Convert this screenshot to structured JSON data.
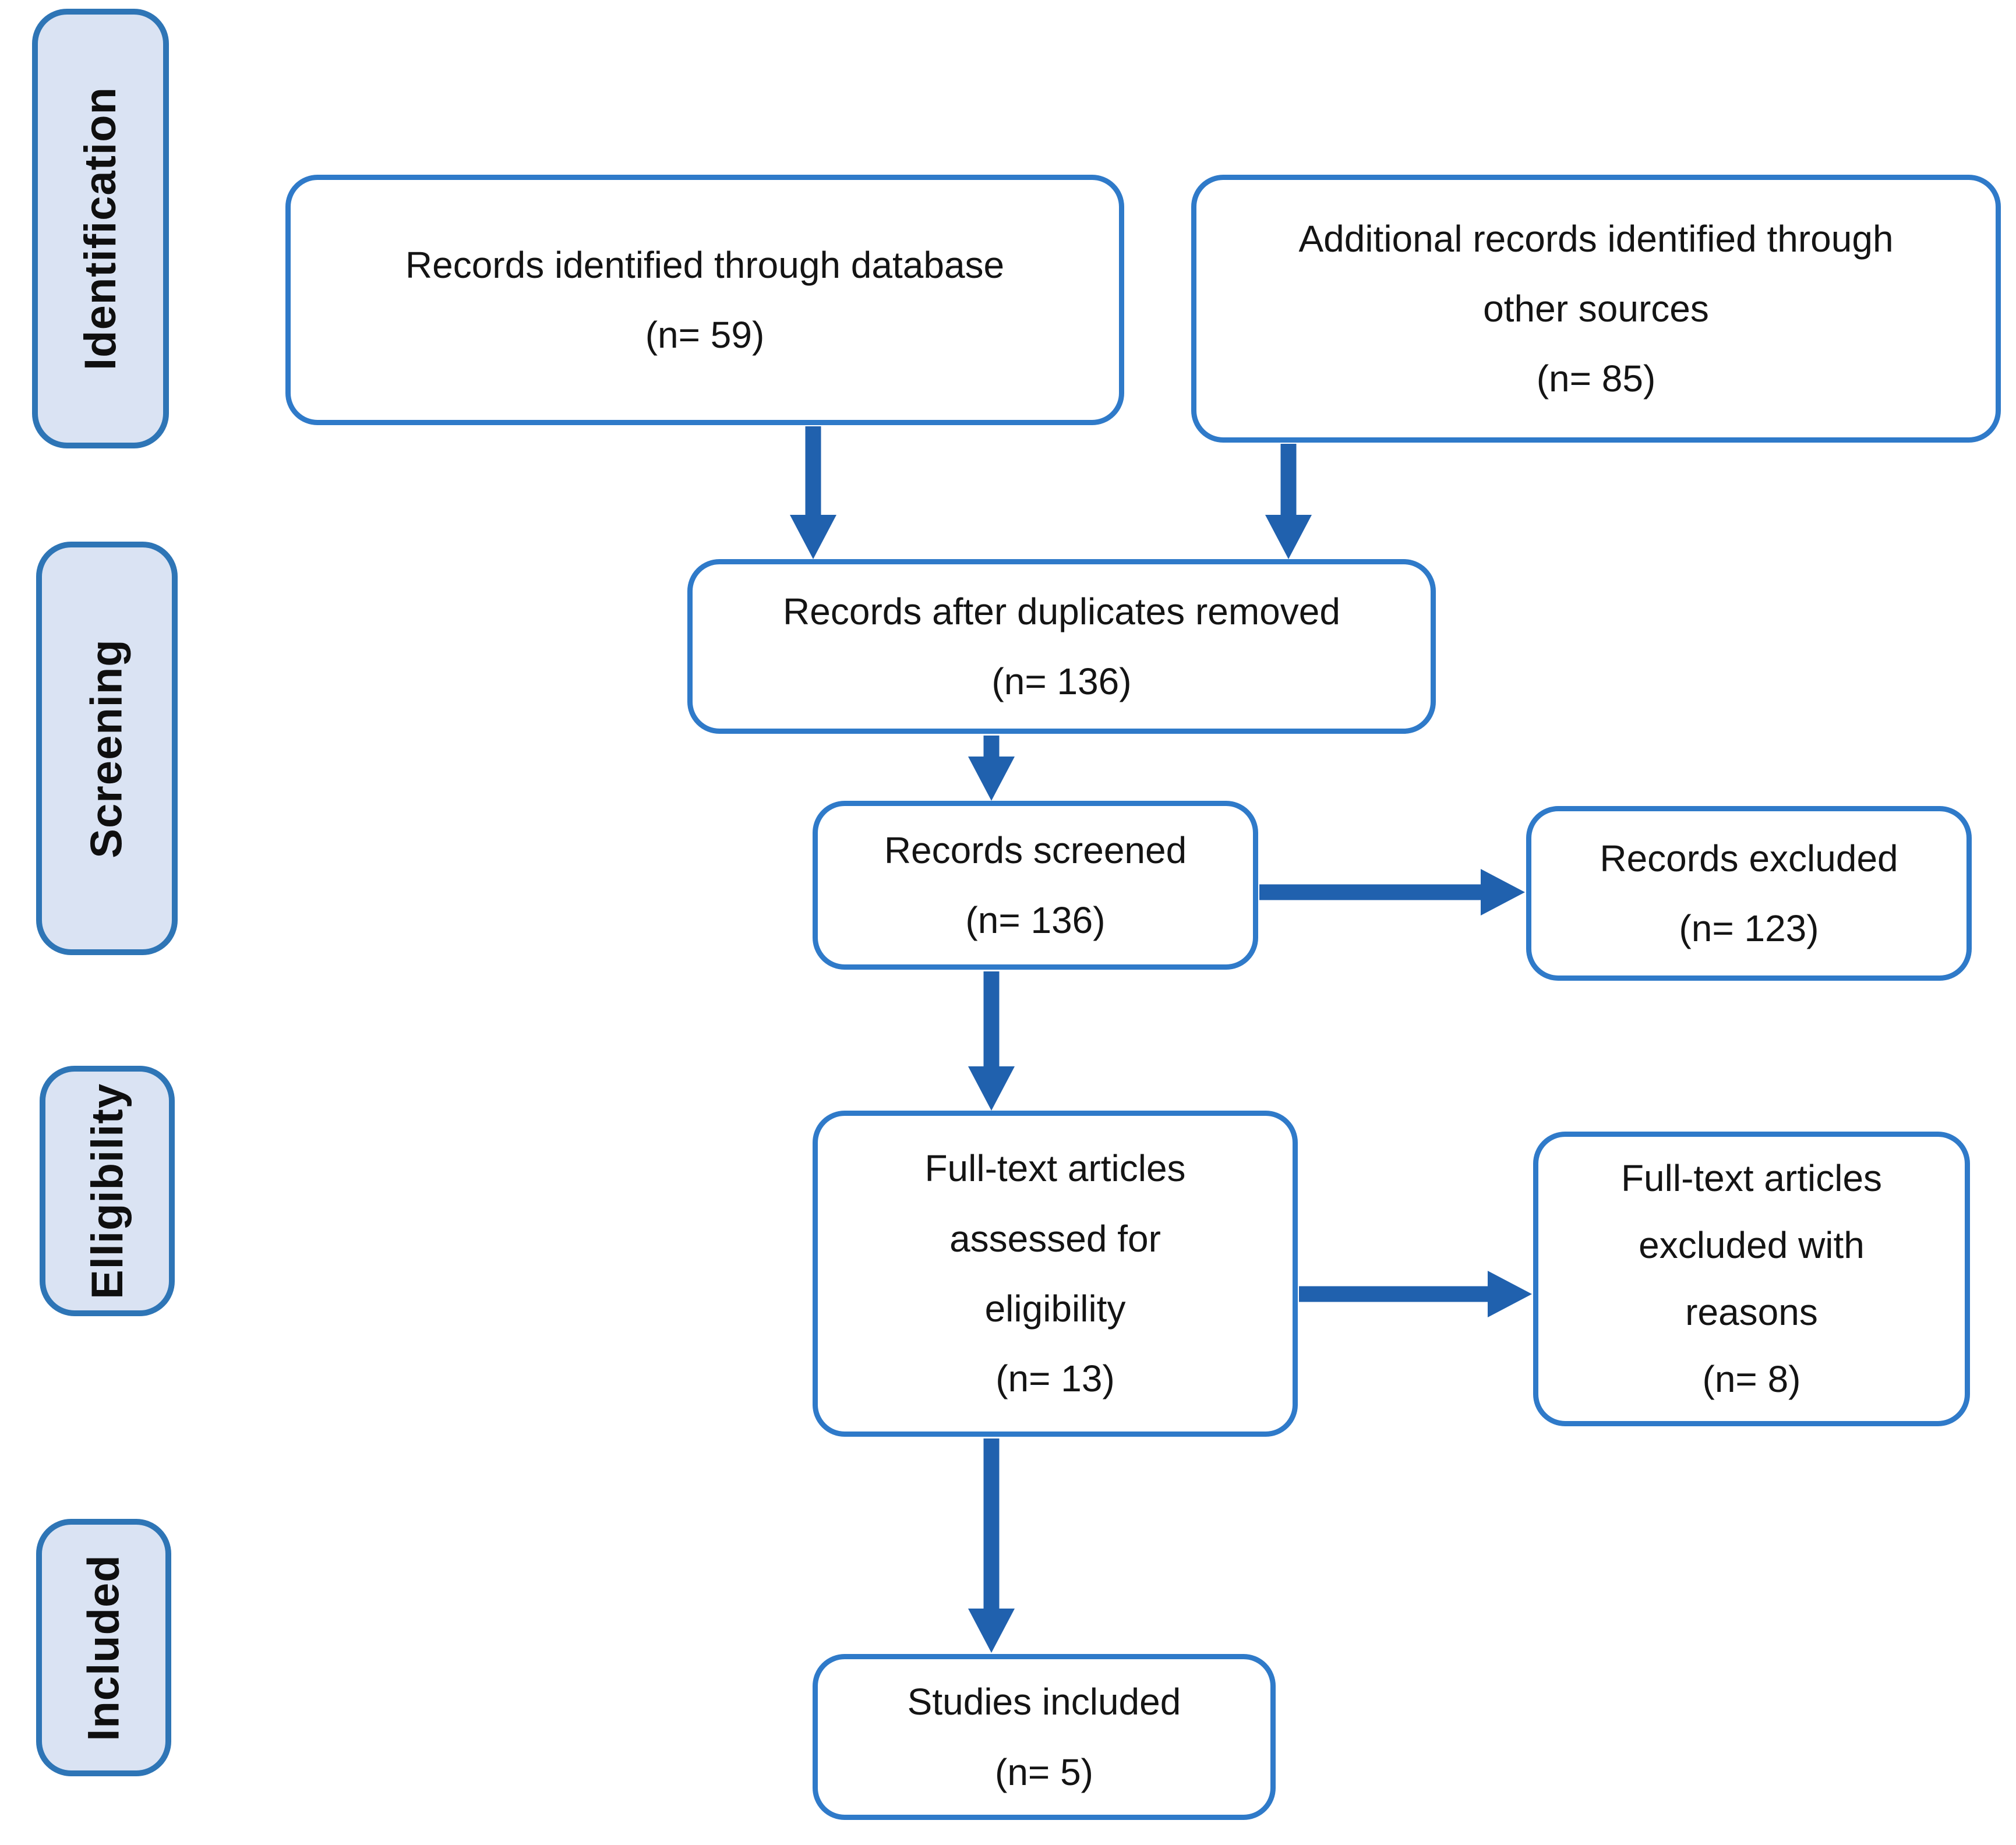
{
  "colors": {
    "box_border": "#2f7ac9",
    "stage_border": "#2e75b6",
    "stage_fill": "#dae3f3",
    "arrow": "#2061ae",
    "text": "#141414"
  },
  "sidebar": {
    "items": [
      {
        "label": "Identification"
      },
      {
        "label": "Screening"
      },
      {
        "label": "Elligibility"
      },
      {
        "label": "Included"
      }
    ]
  },
  "boxes": {
    "identified": {
      "lines": [
        "Records identified through database",
        "(n= 59)"
      ]
    },
    "additional": {
      "lines": [
        "Additional records identified through",
        "other sources",
        "(n= 85)"
      ]
    },
    "deduplicated": {
      "lines": [
        "Records after duplicates removed",
        "(n= 136)"
      ]
    },
    "screened": {
      "lines": [
        "Records screened",
        "(n= 136)"
      ]
    },
    "records_excluded": {
      "lines": [
        "Records excluded",
        "(n= 123)"
      ]
    },
    "fulltext_assessed": {
      "lines": [
        "Full-text articles",
        "assessed for",
        "eligibility",
        "(n= 13)"
      ]
    },
    "fulltext_excluded": {
      "lines": [
        "Full-text articles",
        "excluded with",
        "reasons",
        "(n= 8)"
      ]
    },
    "studies_included": {
      "lines": [
        "Studies included",
        "(n= 5)"
      ]
    }
  }
}
